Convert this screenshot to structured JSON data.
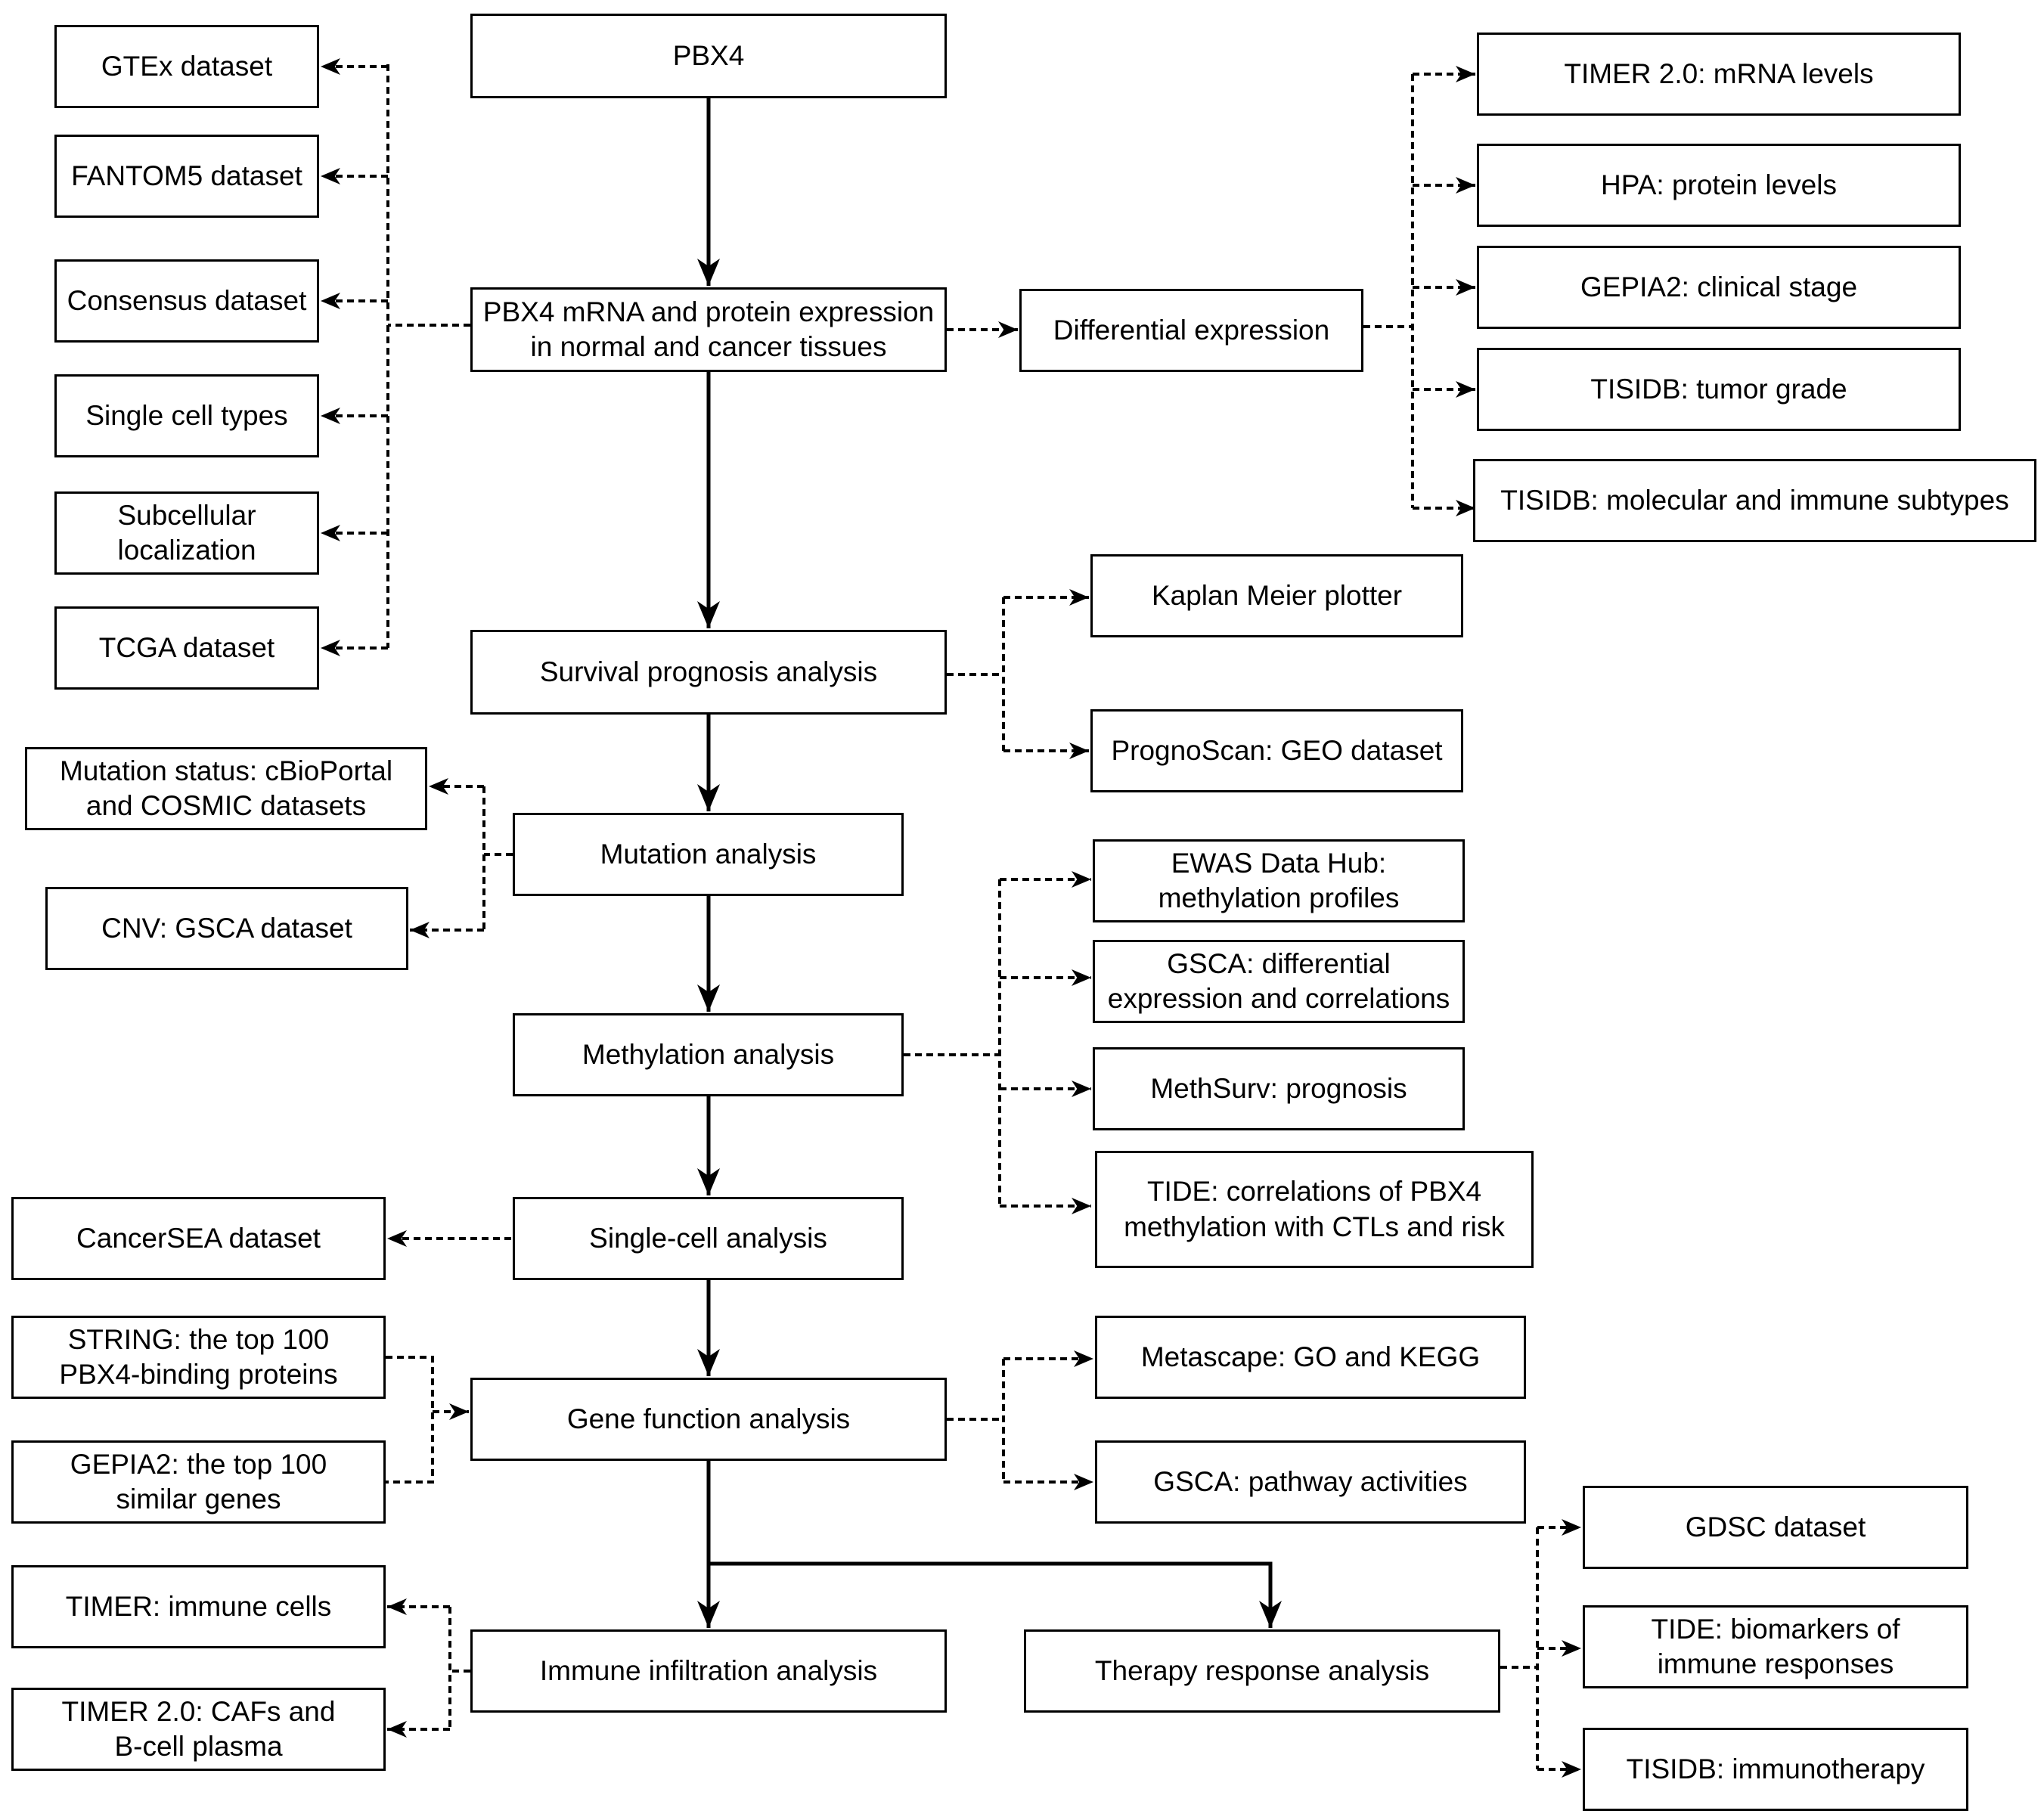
{
  "diagram": {
    "type": "flowchart",
    "nodes": [
      {
        "id": "pbx4",
        "label": "PBX4"
      },
      {
        "id": "expression",
        "label": "PBX4 mRNA and protein expression\nin normal and cancer tissues"
      },
      {
        "id": "gtex",
        "label": "GTEx dataset"
      },
      {
        "id": "fantom5",
        "label": "FANTOM5 dataset"
      },
      {
        "id": "consensus",
        "label": "Consensus dataset"
      },
      {
        "id": "single_cell_types",
        "label": "Single cell types"
      },
      {
        "id": "subcellular",
        "label": "Subcellular\nlocalization"
      },
      {
        "id": "tcga",
        "label": "TCGA dataset"
      },
      {
        "id": "diff_expr",
        "label": "Differential expression"
      },
      {
        "id": "timer2_mrna",
        "label": "TIMER 2.0: mRNA levels"
      },
      {
        "id": "hpa",
        "label": "HPA: protein levels"
      },
      {
        "id": "gepia2_stage",
        "label": "GEPIA2: clinical stage"
      },
      {
        "id": "tisidb_grade",
        "label": "TISIDB: tumor grade"
      },
      {
        "id": "tisidb_subtypes",
        "label": "TISIDB: molecular and immune subtypes"
      },
      {
        "id": "survival",
        "label": "Survival prognosis analysis"
      },
      {
        "id": "kaplan",
        "label": "Kaplan Meier plotter"
      },
      {
        "id": "prognoscan",
        "label": "PrognoScan: GEO dataset"
      },
      {
        "id": "mutation",
        "label": "Mutation analysis"
      },
      {
        "id": "mutation_status",
        "label": "Mutation status: cBioPortal\nand COSMIC datasets"
      },
      {
        "id": "cnv",
        "label": "CNV: GSCA dataset"
      },
      {
        "id": "methylation",
        "label": "Methylation analysis"
      },
      {
        "id": "ewas",
        "label": "EWAS Data Hub:\nmethylation profiles"
      },
      {
        "id": "gsca_diff",
        "label": "GSCA: differential\nexpression and correlations"
      },
      {
        "id": "methsurv",
        "label": "MethSurv: prognosis"
      },
      {
        "id": "tide_meth",
        "label": "TIDE: correlations of PBX4\nmethylation with CTLs and risk"
      },
      {
        "id": "single_cell",
        "label": "Single-cell analysis"
      },
      {
        "id": "cancersea",
        "label": "CancerSEA dataset"
      },
      {
        "id": "gene_function",
        "label": "Gene function analysis"
      },
      {
        "id": "string",
        "label": "STRING: the top 100\nPBX4-binding proteins"
      },
      {
        "id": "gepia2_similar",
        "label": "GEPIA2: the top 100\nsimilar genes"
      },
      {
        "id": "metascape",
        "label": "Metascape: GO and KEGG"
      },
      {
        "id": "gsca_pathway",
        "label": "GSCA: pathway activities"
      },
      {
        "id": "immune",
        "label": "Immune infiltration analysis"
      },
      {
        "id": "timer_immune",
        "label": "TIMER: immune cells"
      },
      {
        "id": "timer2_cafs",
        "label": "TIMER 2.0: CAFs and\nB-cell plasma"
      },
      {
        "id": "therapy",
        "label": "Therapy response analysis"
      },
      {
        "id": "gdsc",
        "label": "GDSC dataset"
      },
      {
        "id": "tide_bio",
        "label": "TIDE: biomarkers of\nimmune responses"
      },
      {
        "id": "tisidb_immuno",
        "label": "TISIDB: immunotherapy"
      }
    ],
    "edges": [
      {
        "from": "pbx4",
        "to": "expression",
        "style": "solid"
      },
      {
        "from": "expression",
        "to": "survival",
        "style": "solid"
      },
      {
        "from": "survival",
        "to": "mutation",
        "style": "solid"
      },
      {
        "from": "mutation",
        "to": "methylation",
        "style": "solid"
      },
      {
        "from": "methylation",
        "to": "single_cell",
        "style": "solid"
      },
      {
        "from": "single_cell",
        "to": "gene_function",
        "style": "solid"
      },
      {
        "from": "gene_function",
        "to": "immune",
        "style": "solid"
      },
      {
        "from": "gene_function",
        "to": "therapy",
        "style": "solid"
      },
      {
        "from": "expression",
        "to": "gtex",
        "style": "dashed"
      },
      {
        "from": "expression",
        "to": "fantom5",
        "style": "dashed"
      },
      {
        "from": "expression",
        "to": "consensus",
        "style": "dashed"
      },
      {
        "from": "expression",
        "to": "single_cell_types",
        "style": "dashed"
      },
      {
        "from": "expression",
        "to": "subcellular",
        "style": "dashed"
      },
      {
        "from": "expression",
        "to": "tcga",
        "style": "dashed"
      },
      {
        "from": "expression",
        "to": "diff_expr",
        "style": "dashed"
      },
      {
        "from": "diff_expr",
        "to": "timer2_mrna",
        "style": "dashed"
      },
      {
        "from": "diff_expr",
        "to": "hpa",
        "style": "dashed"
      },
      {
        "from": "diff_expr",
        "to": "gepia2_stage",
        "style": "dashed"
      },
      {
        "from": "diff_expr",
        "to": "tisidb_grade",
        "style": "dashed"
      },
      {
        "from": "diff_expr",
        "to": "tisidb_subtypes",
        "style": "dashed"
      },
      {
        "from": "survival",
        "to": "kaplan",
        "style": "dashed"
      },
      {
        "from": "survival",
        "to": "prognoscan",
        "style": "dashed"
      },
      {
        "from": "mutation",
        "to": "mutation_status",
        "style": "dashed"
      },
      {
        "from": "mutation",
        "to": "cnv",
        "style": "dashed"
      },
      {
        "from": "methylation",
        "to": "ewas",
        "style": "dashed"
      },
      {
        "from": "methylation",
        "to": "gsca_diff",
        "style": "dashed"
      },
      {
        "from": "methylation",
        "to": "methsurv",
        "style": "dashed"
      },
      {
        "from": "methylation",
        "to": "tide_meth",
        "style": "dashed"
      },
      {
        "from": "single_cell",
        "to": "cancersea",
        "style": "dashed"
      },
      {
        "from": "string",
        "to": "gene_function",
        "style": "dashed"
      },
      {
        "from": "gepia2_similar",
        "to": "gene_function",
        "style": "dashed"
      },
      {
        "from": "gene_function",
        "to": "metascape",
        "style": "dashed"
      },
      {
        "from": "gene_function",
        "to": "gsca_pathway",
        "style": "dashed"
      },
      {
        "from": "immune",
        "to": "timer_immune",
        "style": "dashed"
      },
      {
        "from": "immune",
        "to": "timer2_cafs",
        "style": "dashed"
      },
      {
        "from": "therapy",
        "to": "gdsc",
        "style": "dashed"
      },
      {
        "from": "therapy",
        "to": "tide_bio",
        "style": "dashed"
      },
      {
        "from": "therapy",
        "to": "tisidb_immuno",
        "style": "dashed"
      }
    ]
  }
}
